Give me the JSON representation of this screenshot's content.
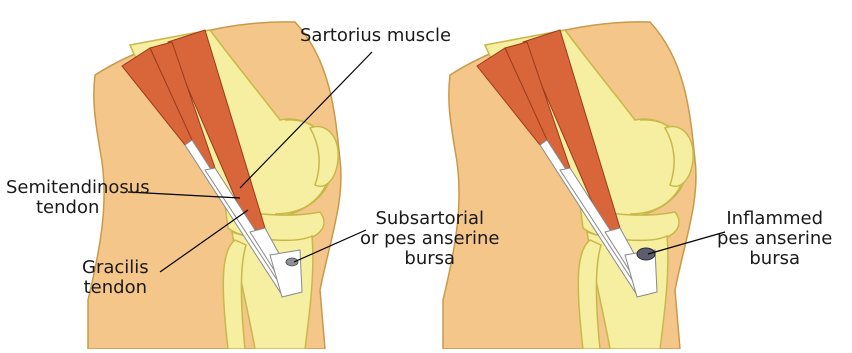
{
  "labels": {
    "sartorius": "Sartorius muscle",
    "semitendinosus_line1": "Semitendinosus",
    "semitendinosus_line2": "tendon",
    "gracilis_line1": "Gracilis",
    "gracilis_line2": "tendon",
    "subsartorial_line1": "Subsartorial",
    "subsartorial_line2": "or pes anserine",
    "subsartorial_line3": "bursa",
    "inflamed_line1": "Inflammed",
    "inflamed_line2": "pes anserine",
    "inflamed_line3": "bursa"
  },
  "colors": {
    "skin": "#f5c68a",
    "skin_outline": "#c89a4a",
    "bone": "#f6eea0",
    "bone_outline": "#c8b84a",
    "muscle": "#d9663b",
    "muscle_outline": "#9c3a1a",
    "tendon": "#ffffff",
    "bursa": "#8d8d95",
    "bursa_inflamed": "#5d5d70",
    "leader_line": "#000000"
  }
}
